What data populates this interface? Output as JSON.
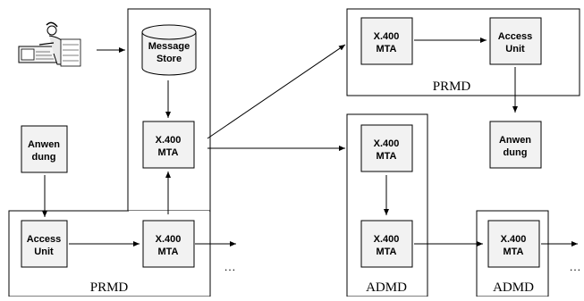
{
  "nodes": {
    "message_store": [
      "Message",
      "Store"
    ],
    "mta_center": [
      "X.400",
      "MTA"
    ],
    "mta_bottom_left": [
      "X.400",
      "MTA"
    ],
    "access_unit_left": [
      "Access",
      "Unit"
    ],
    "anwendung_left": [
      "Anwen",
      "dung"
    ],
    "mta_top_right": [
      "X.400",
      "MTA"
    ],
    "access_unit_right": [
      "Access",
      "Unit"
    ],
    "anwendung_right": [
      "Anwen",
      "dung"
    ],
    "mta_admd_top": [
      "X.400",
      "MTA"
    ],
    "mta_admd_bottom": [
      "X.400",
      "MTA"
    ],
    "mta_admd2": [
      "X.400",
      "MTA"
    ]
  },
  "domains": {
    "prmd_left": "PRMD",
    "prmd_top_right": "PRMD",
    "admd_middle": "ADMD",
    "admd_right": "ADMD"
  },
  "ellipsis": "…",
  "icons": {
    "user": "user-at-computer-icon"
  }
}
